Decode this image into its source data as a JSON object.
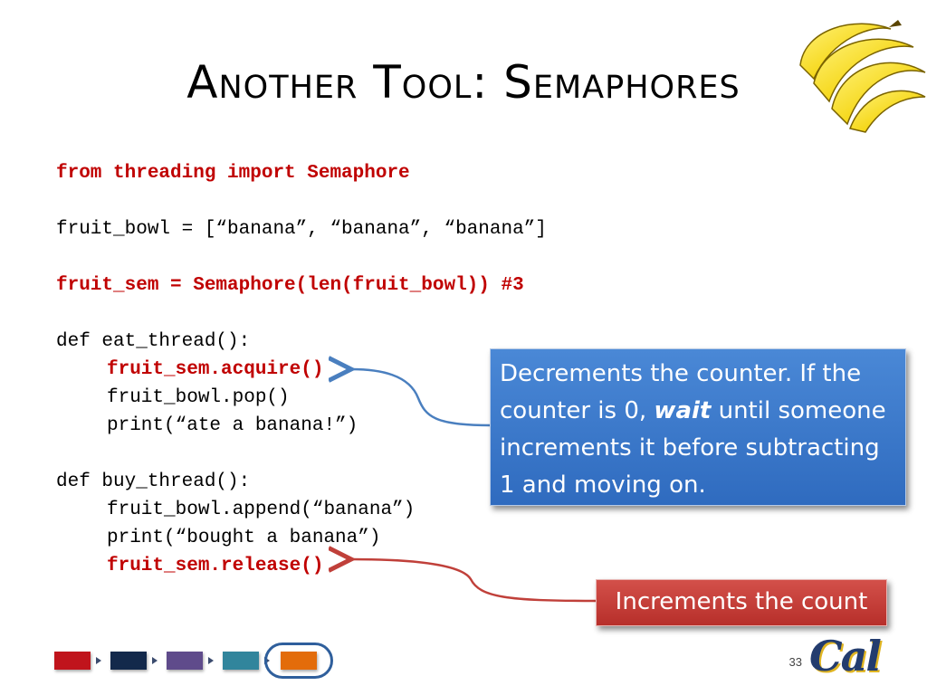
{
  "slide": {
    "title": "Another Tool: Semaphores",
    "page_number": "33",
    "logo_text": "Cal"
  },
  "code": {
    "line1": "from threading import Semaphore",
    "line2": "fruit_bowl = [“banana”, “banana”, “banana”]",
    "line3": "fruit_sem = Semaphore(len(fruit_bowl)) #3",
    "line4": "def eat_thread():",
    "line5": "fruit_sem.acquire()",
    "line6": "fruit_bowl.pop()",
    "line7": "print(“ate a banana!”)",
    "line8": "def buy_thread():",
    "line9": "fruit_bowl.append(“banana”)",
    "line10": "print(“bought a banana”)",
    "line11": "fruit_sem.release()"
  },
  "callouts": {
    "acquire_part1": "Decrements the counter.  If the counter is 0, ",
    "acquire_emphasis": "wait",
    "acquire_part2": " until someone increments it before subtracting 1 and moving on.",
    "release": "Increments the count"
  },
  "colors": {
    "code_highlight": "#c00000",
    "blue_callout": "#3b78cc",
    "red_callout": "#c0403a",
    "nav": [
      "#c0141c",
      "#13294b",
      "#5f4b8b",
      "#31859c",
      "#e36c0a"
    ]
  }
}
